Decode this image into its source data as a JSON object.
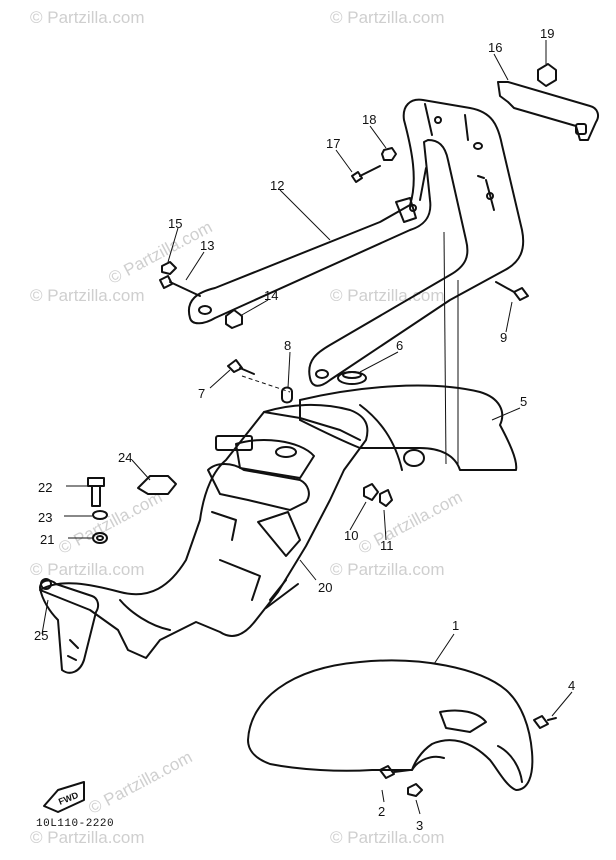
{
  "watermark": "© Partzilla.com",
  "diagram_code": "10L110-2220",
  "fwd_label": "FWD",
  "callouts": [
    "1",
    "2",
    "3",
    "4",
    "5",
    "6",
    "7",
    "8",
    "9",
    "10",
    "11",
    "12",
    "13",
    "14",
    "15",
    "16",
    "17",
    "18",
    "19",
    "20",
    "21",
    "22",
    "23",
    "24",
    "25"
  ],
  "colors": {
    "ink": "#111111",
    "watermark": "#cfcfcf",
    "background": "#ffffff"
  }
}
